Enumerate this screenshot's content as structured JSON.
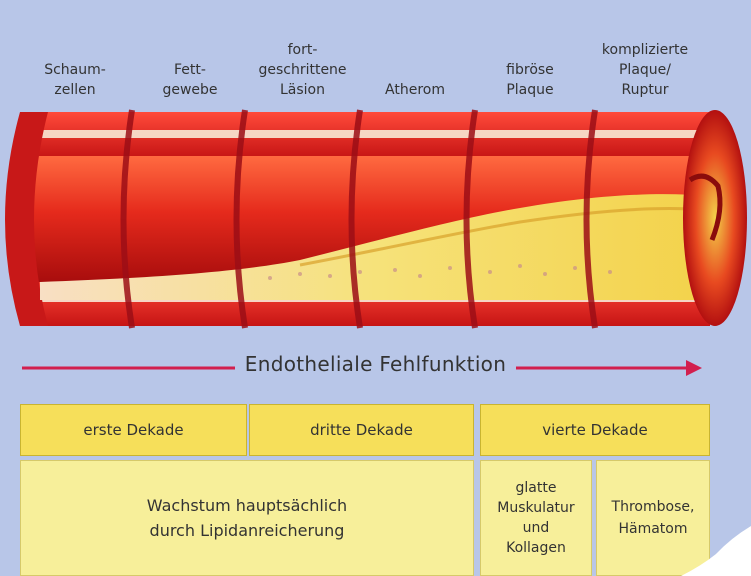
{
  "stages": [
    {
      "label": "Schaum-\nzellen"
    },
    {
      "label": "Fett-\ngewebe"
    },
    {
      "label": "fort-\ngeschrittene\nLäsion"
    },
    {
      "label": "Atherom"
    },
    {
      "label": "fibröse\nPlaque"
    },
    {
      "label": "komplizierte\nPlaque/\nRuptur"
    }
  ],
  "arrow_label": "Endotheliale Fehlfunktion",
  "decades": [
    "erste Dekade",
    "dritte Dekade",
    "vierte Dekade"
  ],
  "details": {
    "growth": "Wachstum hauptsächlich\ndurch Lipidanreicherung",
    "muscle": "glatte\nMuskulatur\nund\nKollagen",
    "thrombosis": "Thrombose,\nHämatom"
  },
  "colors": {
    "background": "#b8c6e8",
    "vessel": "#e02020",
    "plaque": "#f4e08a",
    "arrow": "#d21f4e",
    "box_header": "#f6df5a",
    "box_body": "#f7ef9a"
  }
}
